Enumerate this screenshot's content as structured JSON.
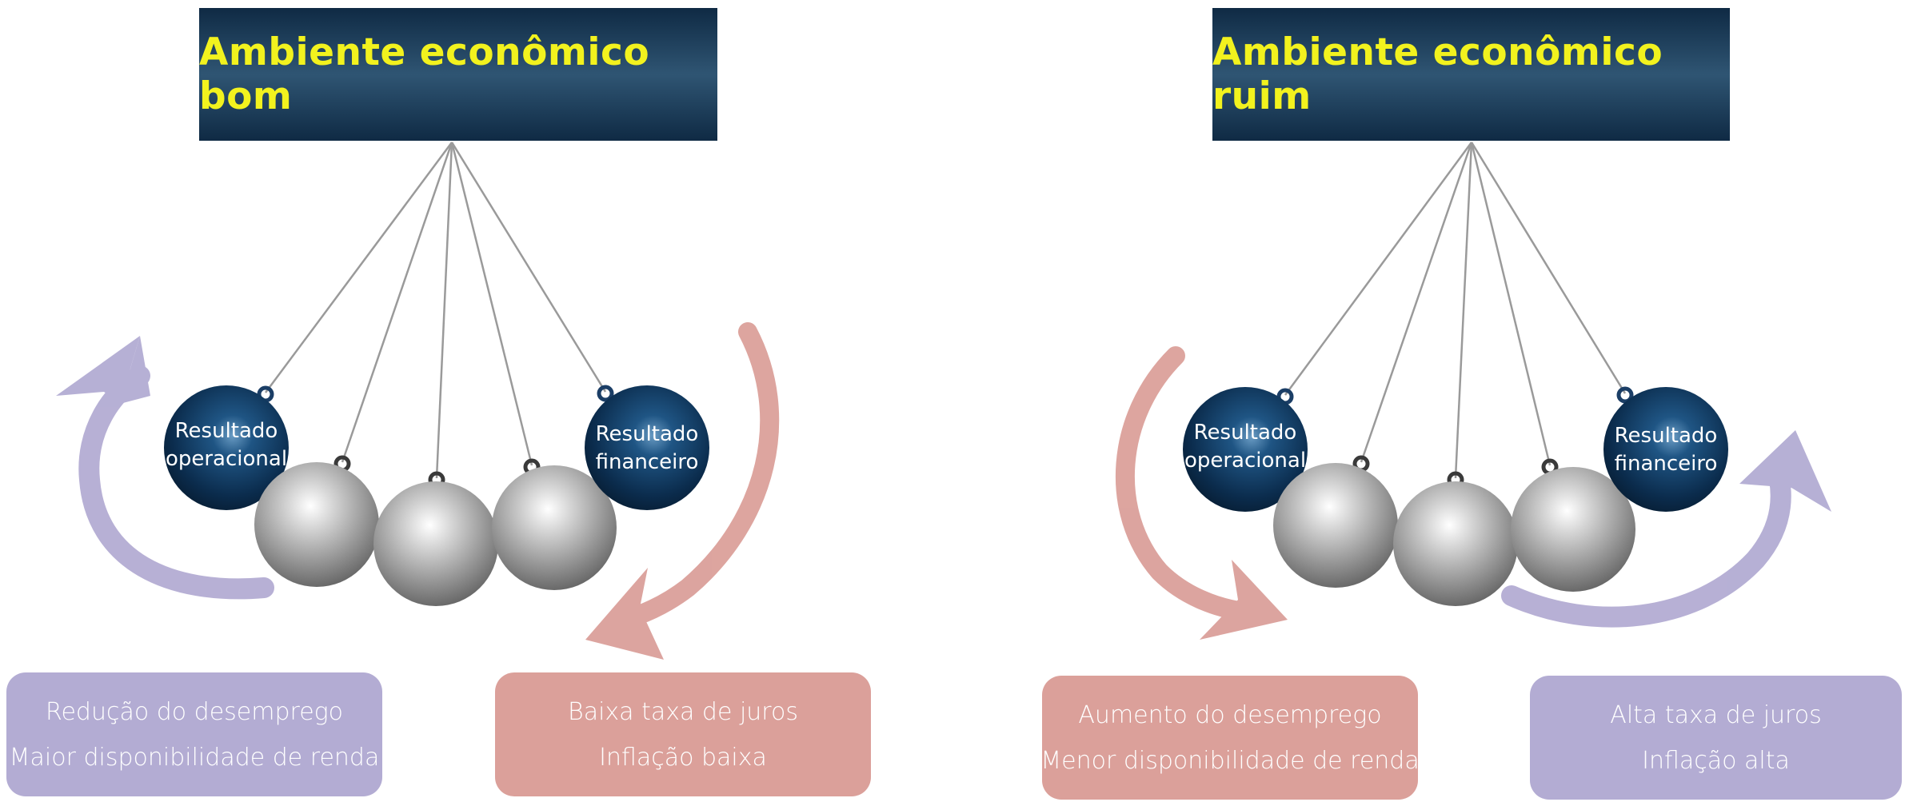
{
  "left": {
    "title": "Ambiente econômico bom",
    "ball_operational": [
      "Resultado",
      "operacional"
    ],
    "ball_financial": [
      "Resultado",
      "financeiro"
    ],
    "box_left": {
      "line1": "Redução do desemprego",
      "line2": "Maior disponibilidade de renda",
      "color": "#b3acd3"
    },
    "box_right": {
      "line1": "Baixa taxa de juros",
      "line2": "Inflação baixa",
      "color": "#dba09a"
    }
  },
  "right": {
    "title": "Ambiente econômico ruim",
    "ball_operational": [
      "Resultado",
      "operacional"
    ],
    "ball_financial": [
      "Resultado",
      "financeiro"
    ],
    "box_left": {
      "line1": "Aumento do desemprego",
      "line2": "Menor disponibilidade de renda",
      "color": "#dba09a"
    },
    "box_right": {
      "line1": "Alta taxa de juros",
      "line2": "Inflação alta",
      "color": "#b3acd3"
    }
  },
  "colors": {
    "title_bg": "#1e3f5c",
    "title_text": "#f2f21e",
    "blue_ball": "#0c3356",
    "silver_ball": "#a8a8a8",
    "purple": "#b3acd3",
    "pink": "#dba09a"
  }
}
